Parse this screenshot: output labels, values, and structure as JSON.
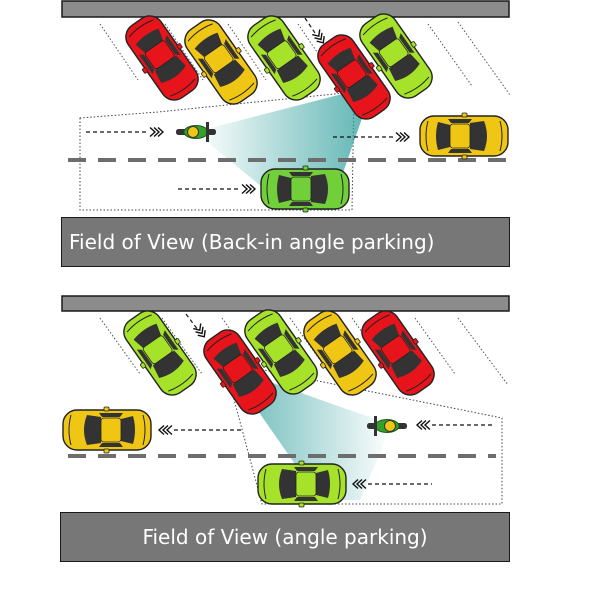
{
  "panels": [
    {
      "caption": "Field of View (Back-in angle parking)",
      "parked_cars": [
        "red",
        "yellow",
        "lime",
        "red",
        "lime"
      ],
      "moving": [
        "motorcycle",
        "yellow car",
        "lime car"
      ]
    },
    {
      "caption": "Field of View (angle parking)",
      "parked_cars": [
        "lime",
        "red",
        "lime",
        "yellow",
        "red"
      ],
      "moving": [
        "yellow car",
        "motorcycle",
        "lime car"
      ]
    }
  ],
  "colors": {
    "red": "#e8141b",
    "yellow": "#f0c614",
    "lime": "#a6e22a",
    "green": "#71cf3a",
    "fov": "#2a9d9b",
    "banner": "#777777",
    "curb": "#8c8c8c"
  }
}
